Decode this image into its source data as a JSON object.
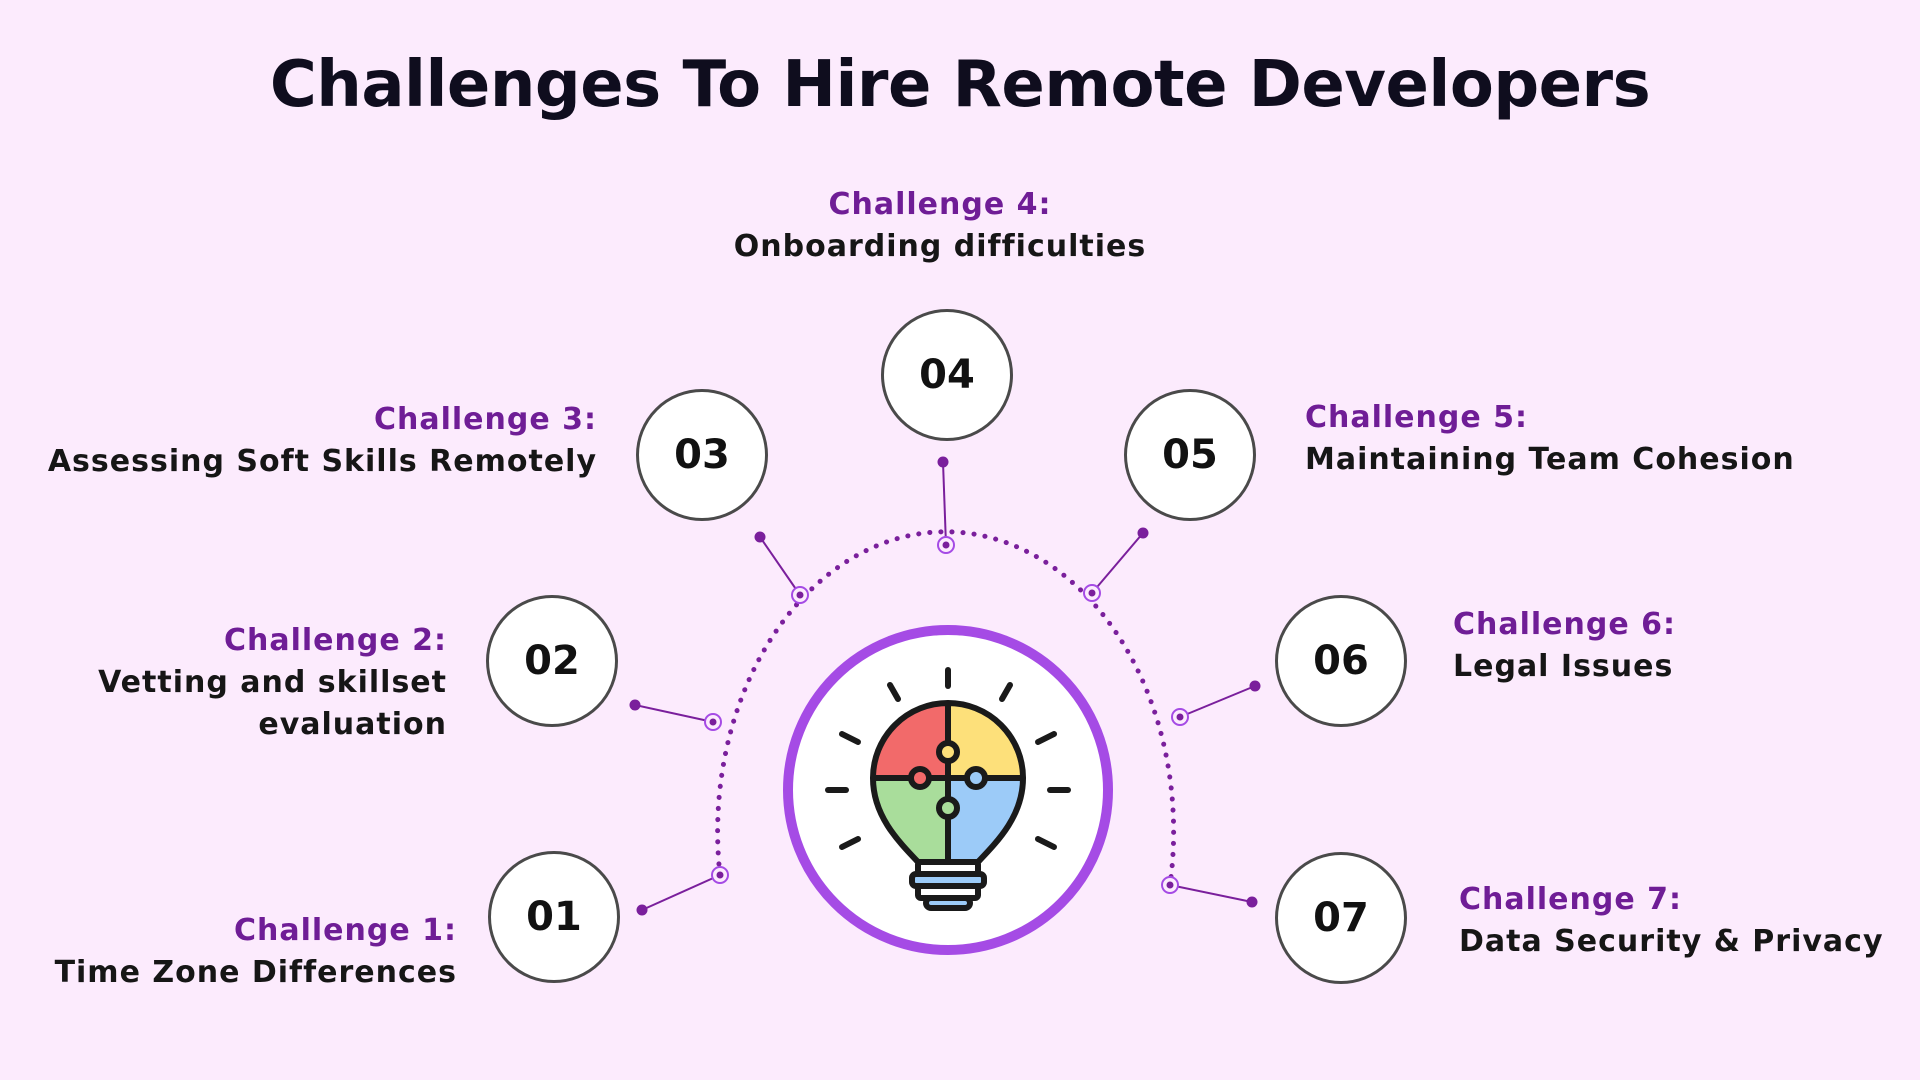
{
  "title": "Challenges To Hire Remote Developers",
  "colors": {
    "background": "#fcebfd",
    "heading": "#6f1d96",
    "ring": "#a54be5",
    "connector": "#7a1f9c",
    "text": "#161616"
  },
  "center_icon": "puzzle-lightbulb-icon",
  "challenges": [
    {
      "number": "01",
      "heading": "Challenge 1:",
      "description": "Time Zone Differences"
    },
    {
      "number": "02",
      "heading": "Challenge 2:",
      "description": "Vetting and skillset evaluation"
    },
    {
      "number": "03",
      "heading": "Challenge 3:",
      "description": "Assessing Soft Skills Remotely"
    },
    {
      "number": "04",
      "heading": "Challenge 4:",
      "description": "Onboarding difficulties"
    },
    {
      "number": "05",
      "heading": "Challenge 5:",
      "description": "Maintaining Team Cohesion"
    },
    {
      "number": "06",
      "heading": "Challenge 6:",
      "description": "Legal Issues"
    },
    {
      "number": "07",
      "heading": "Challenge 7:",
      "description": "Data Security & Privacy"
    }
  ]
}
